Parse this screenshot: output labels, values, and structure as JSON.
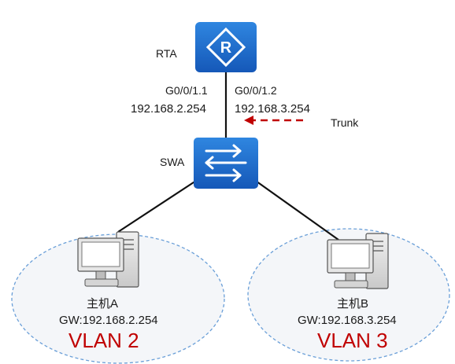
{
  "router": {
    "name": "RTA",
    "subif1": "G0/0/1.1",
    "ip1": "192.168.2.254",
    "subif2": "G0/0/1.2",
    "ip2": "192.168.3.254"
  },
  "trunk": {
    "label": "Trunk"
  },
  "switch": {
    "name": "SWA"
  },
  "hostA": {
    "name": "主机A",
    "gw": "GW:192.168.2.254",
    "vlan": "VLAN 2"
  },
  "hostB": {
    "name": "主机B",
    "gw": "GW:192.168.3.254",
    "vlan": "VLAN 3"
  },
  "colors": {
    "device_blue": "#1d6fd0",
    "vlan_red": "#c00000",
    "trunk_arrow": "#c00000",
    "ellipse_border": "#6a9fd8"
  }
}
